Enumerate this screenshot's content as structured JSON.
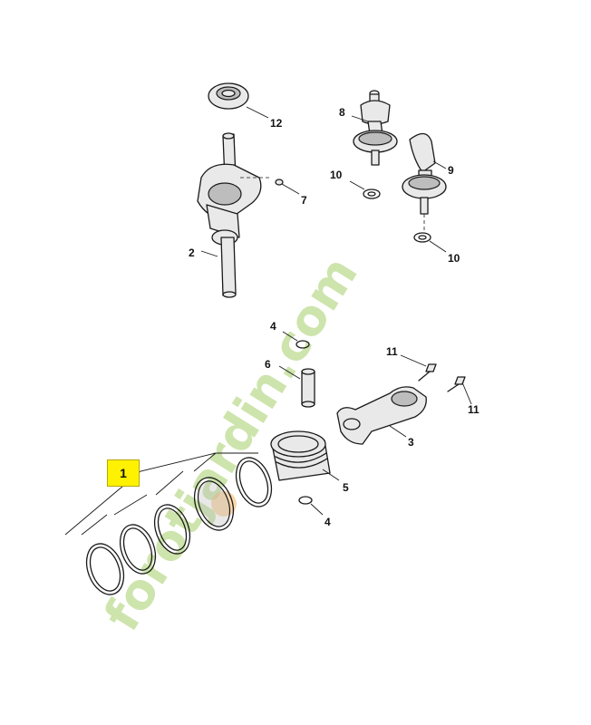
{
  "callouts": {
    "c1": "1",
    "c2": "2",
    "c3": "3",
    "c4a": "4",
    "c4b": "4",
    "c5": "5",
    "c6": "6",
    "c7": "7",
    "c8": "8",
    "c9": "9",
    "c10a": "10",
    "c10b": "10",
    "c11a": "11",
    "c11b": "11",
    "c12": "12"
  },
  "watermark": {
    "text": "forotjardin.com",
    "color": "#b9d98a",
    "accent_color": "#f4b66a"
  },
  "highlight_color": "#fff200"
}
